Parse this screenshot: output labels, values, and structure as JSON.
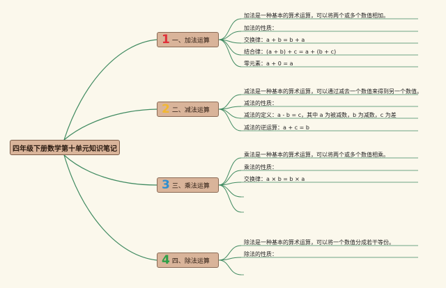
{
  "root": {
    "title": "四年级下册数学第十单元知识笔记"
  },
  "branches": [
    {
      "num": "1",
      "num_color": "#e0303a",
      "label": "一、加法运算",
      "items": [
        "加法是一种基本的算术运算，可以将两个或多个数值相加。",
        "加法的性质：",
        "交换律：a + b = b + a",
        "结合律：(a + b) + c = a + (b + c)",
        "零元素：a + 0 = a"
      ]
    },
    {
      "num": "2",
      "num_color": "#f2b830",
      "label": "二、减法运算",
      "items": [
        "减法是一种基本的算术运算，可以通过减去一个数值来得到另一个数值。",
        "减法的性质：",
        "减法的定义：a - b = c，其中 a 为被减数，b 为减数，c 为差",
        "减法的逆运算：a + c = b"
      ]
    },
    {
      "num": "3",
      "num_color": "#2f8fd0",
      "label": "三、乘法运算",
      "items": [
        "乘法是一种基本的算术运算，可以将两个或多个数值相乘。",
        "乘法的性质：",
        "交换律：a × b = b × a",
        "",
        ""
      ]
    },
    {
      "num": "4",
      "num_color": "#2ea048",
      "label": "四、除法运算",
      "items": [
        "除法是一种基本的算术运算，可以将一个数值分成若干等份。",
        "除法的性质：",
        ""
      ]
    }
  ],
  "colors": {
    "line": "#3f8a60",
    "node_fill": "#d9b49a",
    "node_border": "#8a6a55",
    "background": "#fbf8ec"
  }
}
